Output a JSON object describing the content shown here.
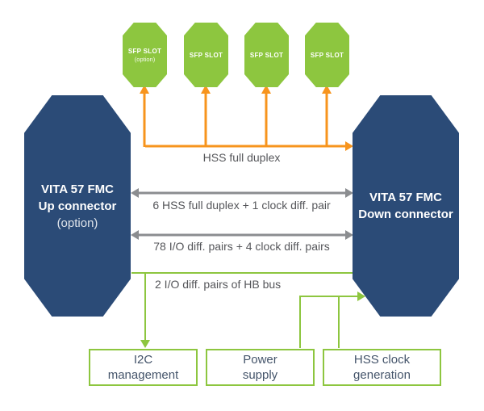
{
  "colors": {
    "connector_navy": "#2b4b77",
    "accent_green": "#8dc63f",
    "accent_orange": "#f7941d",
    "arrow_gray": "#8b8d90",
    "label_gray": "#55565a"
  },
  "sfp_slots": [
    {
      "label": "SFP SLOT",
      "note": "(option)"
    },
    {
      "label": "SFP SLOT"
    },
    {
      "label": "SFP SLOT"
    },
    {
      "label": "SFP SLOT"
    }
  ],
  "connectors": {
    "up": {
      "title": "VITA 57 FMC",
      "subtitle": "Up connector",
      "note": "(option)"
    },
    "down": {
      "title": "VITA 57 FMC",
      "subtitle": "Down connector"
    }
  },
  "links": {
    "sfp_bus_label": "HSS full duplex",
    "hss_pairs_label": "6 HSS full duplex + 1 clock diff. pair",
    "io_pairs_label": "78 I/O diff. pairs + 4 clock diff. pairs",
    "hb_bus_label": "2 I/O diff. pairs of HB bus"
  },
  "modules": [
    {
      "line1": "I2C",
      "line2": "management"
    },
    {
      "line1": "Power",
      "line2": "supply"
    },
    {
      "line1": "HSS clock",
      "line2": "generation"
    }
  ]
}
